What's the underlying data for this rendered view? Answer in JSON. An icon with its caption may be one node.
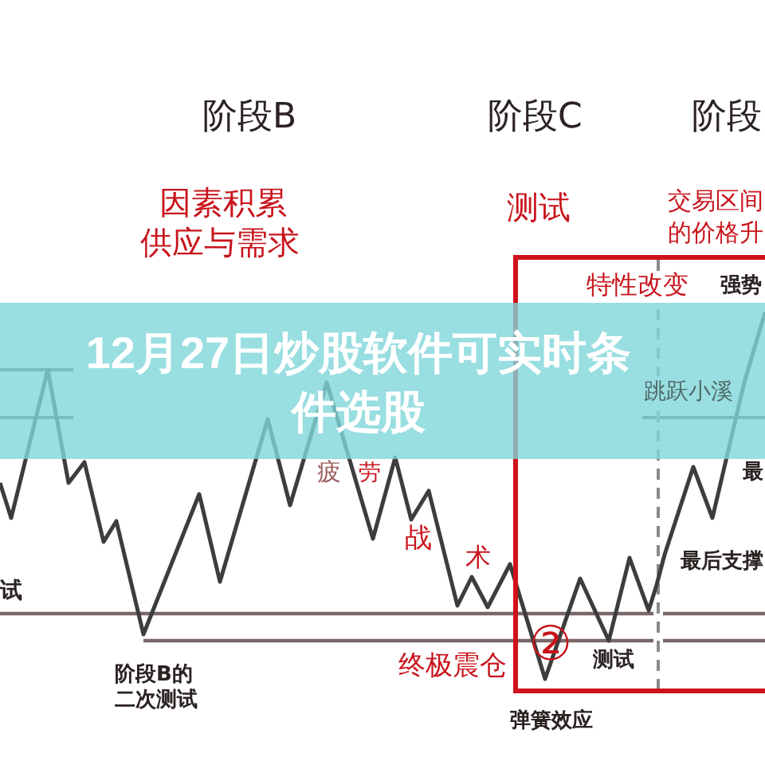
{
  "diagram": {
    "title": "12月27日炒股软件可实时条件选股",
    "nodes": [
      {
        "text": [
          "特性改变",
          "强势",
          "跳跃小溪",
          "最",
          "最后支撑",
          "②",
          "测试"
        ]
      }
    ],
    "labels": [
      "阶段B",
      "阶段C",
      "阶段",
      "因素积累",
      "供应与需求",
      "测试",
      "交易区间",
      "的价格升",
      "疲",
      "劳",
      "战",
      "术",
      "试",
      "终极震仓",
      "阶段B的二次测试",
      "弹簧效应"
    ]
  }
}
